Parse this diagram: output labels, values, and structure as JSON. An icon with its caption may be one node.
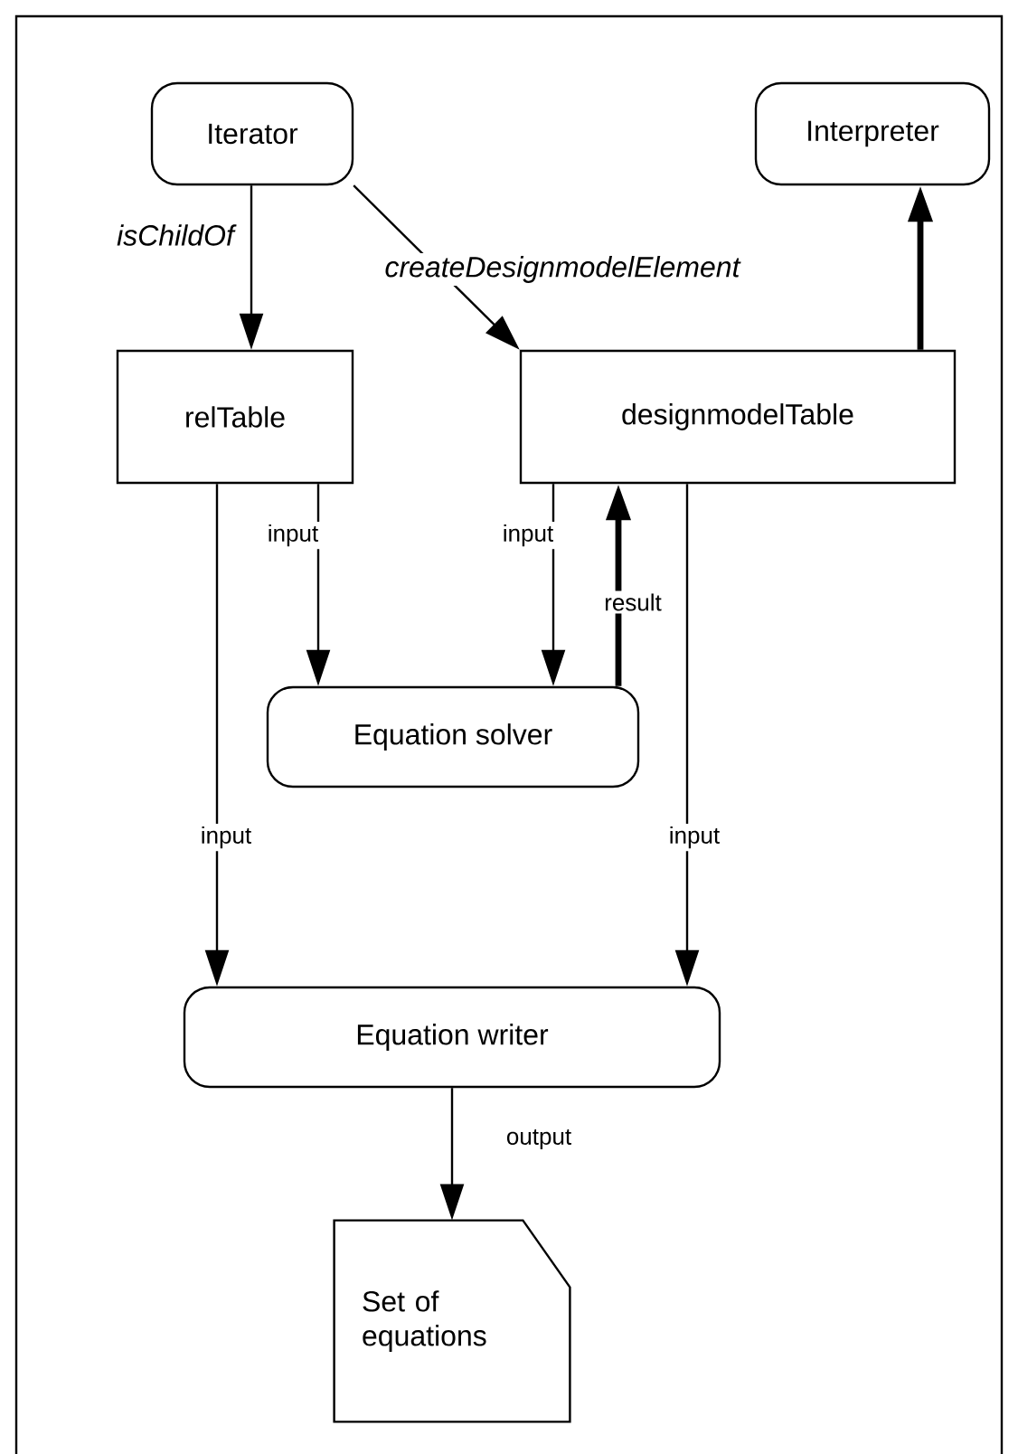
{
  "diagram": {
    "nodes": [
      {
        "text": [
          "Iterator"
        ]
      },
      {
        "text": [
          "Interpreter"
        ]
      },
      {
        "text": [
          "relTable"
        ]
      },
      {
        "text": [
          "designmodelTable"
        ]
      },
      {
        "text": [
          "Equation solver"
        ]
      },
      {
        "text": [
          "Equation writer"
        ]
      },
      {
        "text": [
          "Set of equations"
        ]
      }
    ],
    "edges": [
      {
        "from": 0,
        "to": 2,
        "arrow": "to",
        "label": "isChildOf"
      },
      {
        "from": 0,
        "to": 3,
        "arrow": "to",
        "label": "createDesignmodelElement"
      },
      {
        "from": 3,
        "to": 1,
        "arrow": "to",
        "style": "thick"
      },
      {
        "from": 2,
        "to": 4,
        "arrow": "to",
        "label": "input"
      },
      {
        "from": 3,
        "to": 4,
        "arrow": "to",
        "label": "input"
      },
      {
        "from": 4,
        "to": 3,
        "arrow": "to",
        "style": "thick",
        "label": "result"
      },
      {
        "from": 2,
        "to": 5,
        "arrow": "to",
        "label": "input"
      },
      {
        "from": 3,
        "to": 5,
        "arrow": "to",
        "label": "input"
      },
      {
        "from": 5,
        "to": 6,
        "arrow": "to",
        "label": "output"
      }
    ]
  }
}
